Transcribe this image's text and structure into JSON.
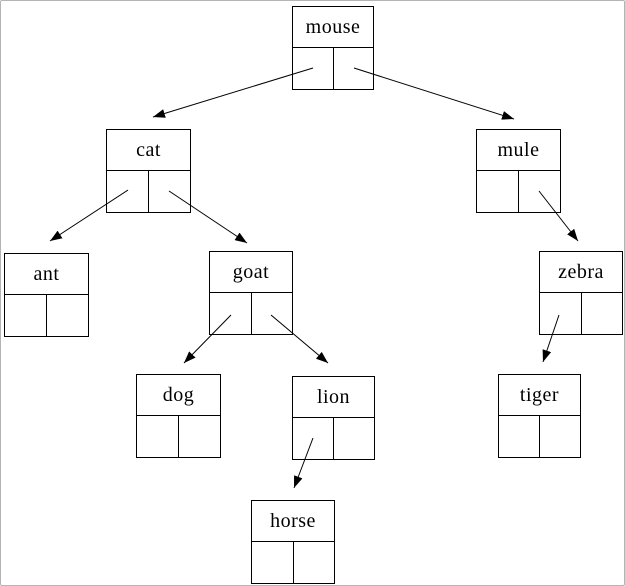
{
  "diagram": {
    "type": "binary-tree",
    "background_color": "#ffffff",
    "line_color": "#000000",
    "nodes": [
      {
        "id": "mouse",
        "label": "mouse"
      },
      {
        "id": "cat",
        "label": "cat"
      },
      {
        "id": "mule",
        "label": "mule"
      },
      {
        "id": "ant",
        "label": "ant"
      },
      {
        "id": "goat",
        "label": "goat"
      },
      {
        "id": "zebra",
        "label": "zebra"
      },
      {
        "id": "dog",
        "label": "dog"
      },
      {
        "id": "lion",
        "label": "lion"
      },
      {
        "id": "tiger",
        "label": "tiger"
      },
      {
        "id": "horse",
        "label": "horse"
      }
    ],
    "edges": [
      {
        "from": "mouse",
        "slot": "left",
        "to": "cat"
      },
      {
        "from": "mouse",
        "slot": "right",
        "to": "mule"
      },
      {
        "from": "cat",
        "slot": "left",
        "to": "ant"
      },
      {
        "from": "cat",
        "slot": "right",
        "to": "goat"
      },
      {
        "from": "mule",
        "slot": "right",
        "to": "zebra"
      },
      {
        "from": "goat",
        "slot": "left",
        "to": "dog"
      },
      {
        "from": "goat",
        "slot": "right",
        "to": "lion"
      },
      {
        "from": "zebra",
        "slot": "left",
        "to": "tiger"
      },
      {
        "from": "lion",
        "slot": "left",
        "to": "horse"
      }
    ],
    "leaves": [
      "ant",
      "dog",
      "tiger",
      "horse"
    ],
    "root": "mouse"
  }
}
